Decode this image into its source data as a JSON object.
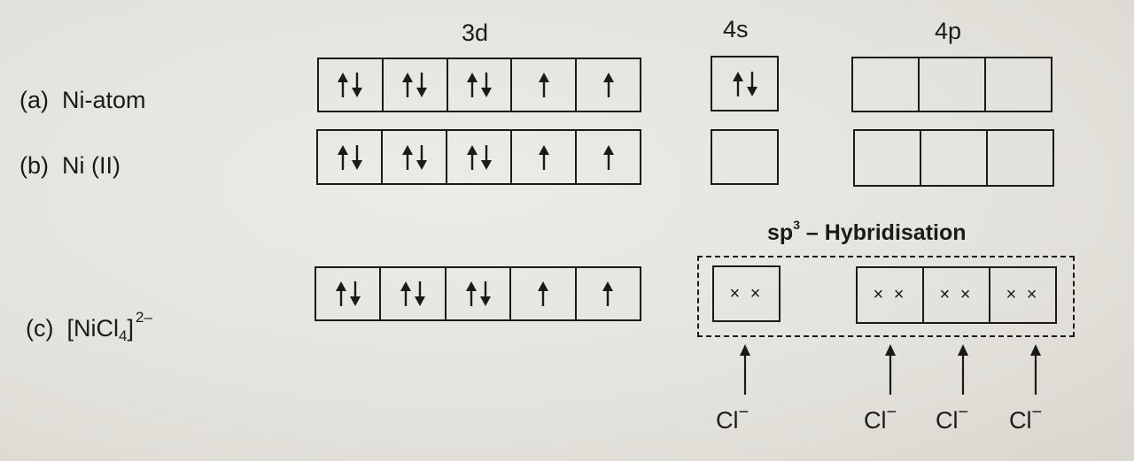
{
  "headers": {
    "d": "3d",
    "s": "4s",
    "p": "4p"
  },
  "rows": [
    {
      "label": "(a)  Ni-atom",
      "d_orbitals": [
        "paired",
        "paired",
        "paired",
        "up",
        "up"
      ],
      "s_orbital": "paired",
      "p_orbitals": [
        "empty",
        "empty",
        "empty"
      ]
    },
    {
      "label": "(b)  Ni (II)",
      "d_orbitals": [
        "paired",
        "paired",
        "paired",
        "up",
        "up"
      ],
      "s_orbital": "empty",
      "p_orbitals": [
        "empty",
        "empty",
        "empty"
      ]
    },
    {
      "label_prefix": "(c)",
      "complex": {
        "base": "[NiCl",
        "sub": "4",
        "close": "]",
        "charge": "2–"
      },
      "d_orbitals": [
        "paired",
        "paired",
        "paired",
        "up",
        "up"
      ],
      "s_orbital": "xx",
      "p_orbitals": [
        "xx",
        "xx",
        "xx"
      ]
    }
  ],
  "hybridisation": {
    "prefix": "sp",
    "sup": "3",
    "suffix": " – Hybridisation"
  },
  "cross_mark": "× ×",
  "ligand": {
    "symbol": "Cl",
    "charge": "−"
  },
  "ligand_count": 4
}
